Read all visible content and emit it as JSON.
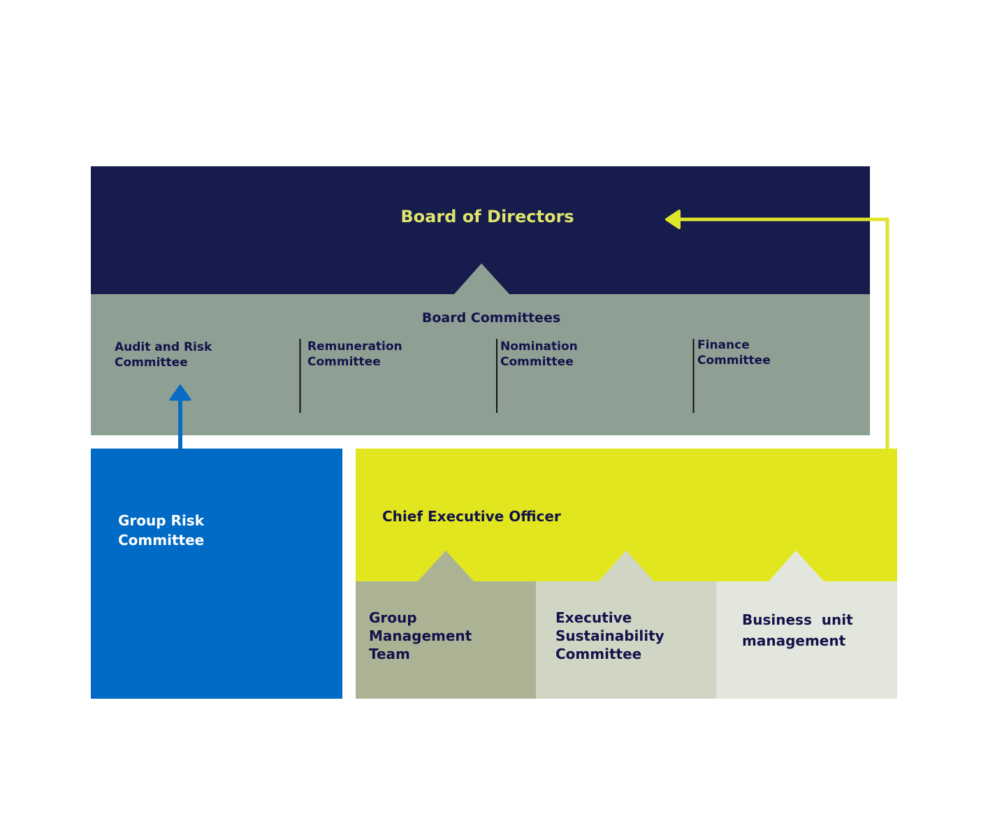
{
  "board": {
    "title": "Board of Directors"
  },
  "committees": {
    "heading": "Board Committees",
    "items": [
      {
        "label": "Audit and Risk\nCommittee"
      },
      {
        "label": "Remuneration\nCommittee"
      },
      {
        "label": "Nomination\nCommittee"
      },
      {
        "label": "Finance\nCommittee"
      }
    ]
  },
  "group_risk": {
    "label": "Group Risk\nCommittee"
  },
  "ceo": {
    "label": "Chief Executive Officer"
  },
  "executive_units": [
    {
      "label": "Group\nManagement\nTeam"
    },
    {
      "label": "Executive\nSustainability\nCommittee"
    },
    {
      "label": "Business  unit\nmanagement"
    }
  ],
  "colors": {
    "navy": "#161c4c",
    "sage": "#8e9f94",
    "blue": "#006bc6",
    "lime": "#e1e61f",
    "board_title": "#dfe46b"
  }
}
